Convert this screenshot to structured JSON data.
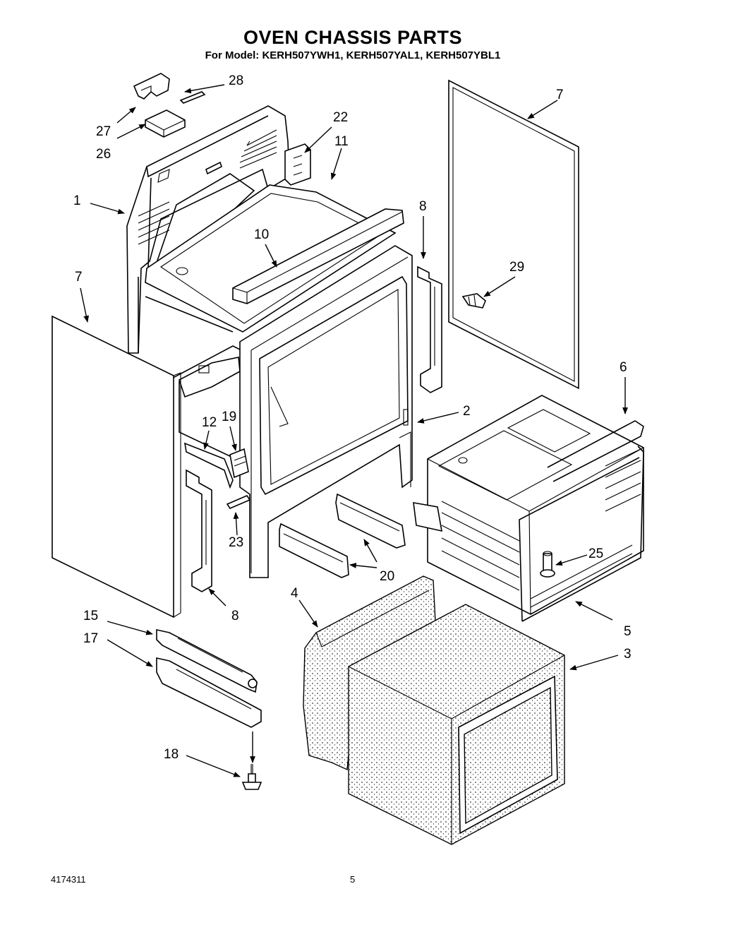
{
  "header": {
    "title": "OVEN CHASSIS PARTS",
    "subtitle": "For Model: KERH507YWH1, KERH507YAL1, KERH507YBL1"
  },
  "footer": {
    "doc_number": "4174311",
    "page_number": "5"
  },
  "callouts": {
    "c28": "28",
    "c27": "27",
    "c26": "26",
    "c22": "22",
    "c11": "11",
    "c1": "1",
    "c10": "10",
    "c7a": "7",
    "c7b": "7",
    "c8a": "8",
    "c8b": "8",
    "c29": "29",
    "c12": "12",
    "c19": "19",
    "c2": "2",
    "c6": "6",
    "c23": "23",
    "c20": "20",
    "c25": "25",
    "c4": "4",
    "c5": "5",
    "c3": "3",
    "c15": "15",
    "c17": "17",
    "c18": "18"
  }
}
